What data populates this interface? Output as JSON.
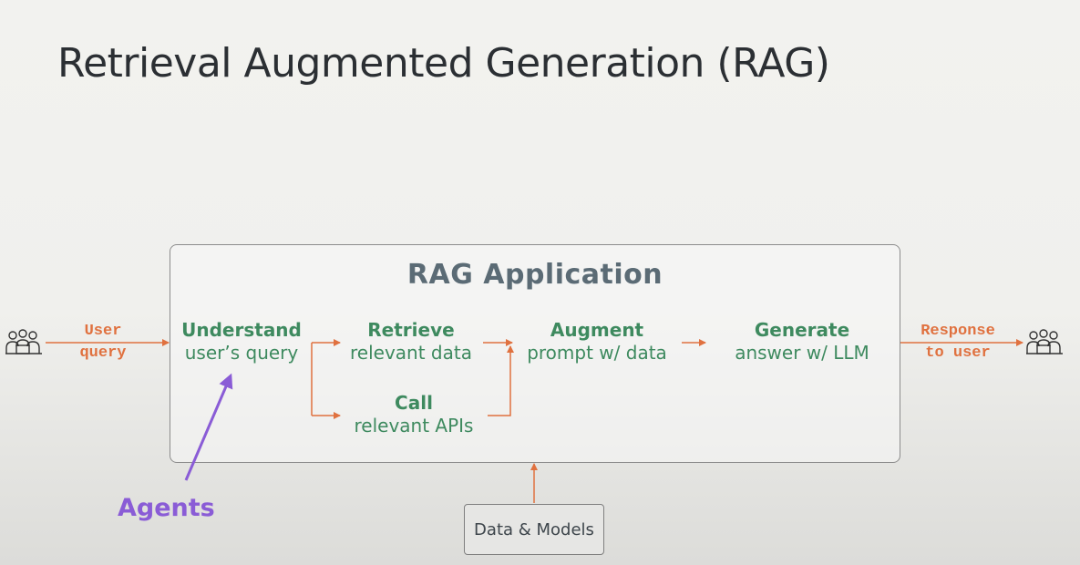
{
  "slide": {
    "title": "Retrieval Augmented Generation (RAG)",
    "app_title": "RAG Application",
    "input": {
      "line1": "User",
      "line2": "query"
    },
    "output": {
      "line1": "Response",
      "line2": "to user"
    },
    "steps": {
      "understand": {
        "title": "Understand",
        "sub": "user’s query"
      },
      "retrieve": {
        "title": "Retrieve",
        "sub": "relevant data"
      },
      "call": {
        "title": "Call",
        "sub": "relevant APIs"
      },
      "augment": {
        "title": "Augment",
        "sub": "prompt w/ data"
      },
      "generate": {
        "title": "Generate",
        "sub": "answer w/ LLM"
      }
    },
    "agents_label": "Agents",
    "data_models": "Data & Models"
  },
  "colors": {
    "arrow": "#e0713f",
    "step_text": "#3e8a5f",
    "agents": "#8a5cd6",
    "app_title": "#5b6b75",
    "title": "#2b2f33"
  },
  "icons": [
    "users-icon-left",
    "users-icon-right"
  ]
}
